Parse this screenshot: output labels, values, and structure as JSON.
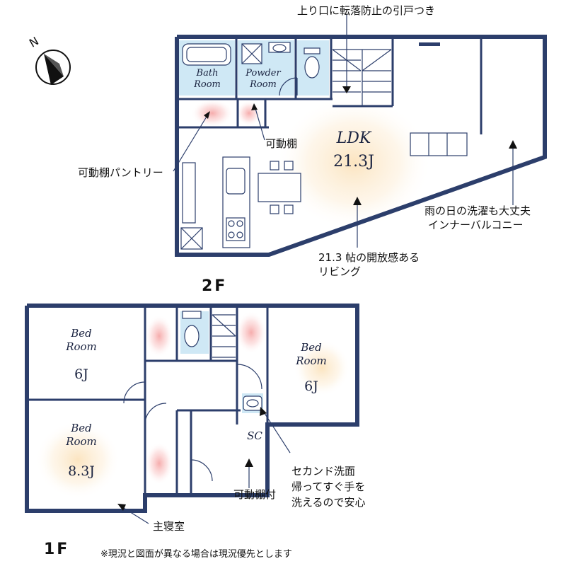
{
  "floor_2": {
    "label": "2F",
    "rooms": {
      "bath": "Bath\nRoom",
      "powder": "Powder\nRoom",
      "ldk": "LDK",
      "ldk_size": "21.3J"
    },
    "annotations": {
      "stairs_guard": "上り口に転落防止の引戸つき",
      "pantry": "可動棚パントリー",
      "shelf": "可動棚",
      "balcony_1": "雨の日の洗濯も大丈夫",
      "balcony_2": "インナーバルコニー",
      "living_1": "21.3 帖の開放感ある",
      "living_2": "リビング"
    }
  },
  "floor_1": {
    "label": "1F",
    "rooms": {
      "bed_1": "Bed\nRoom",
      "bed_1_size": "6J",
      "bed_2": "Bed\nRoom",
      "bed_2_size": "6J",
      "bed_3": "Bed\nRoom",
      "bed_3_size": "8.3J",
      "sc": "SC"
    },
    "annotations": {
      "second_wash_1": "セカンド洗面",
      "second_wash_2": "帰ってすぐ手を",
      "second_wash_3": "洗えるので安心",
      "shelf": "可動棚付",
      "master": "主寝室"
    }
  },
  "note": "※現況と図面が異なる場合は現況優先とします",
  "compass": {
    "label": "N"
  }
}
